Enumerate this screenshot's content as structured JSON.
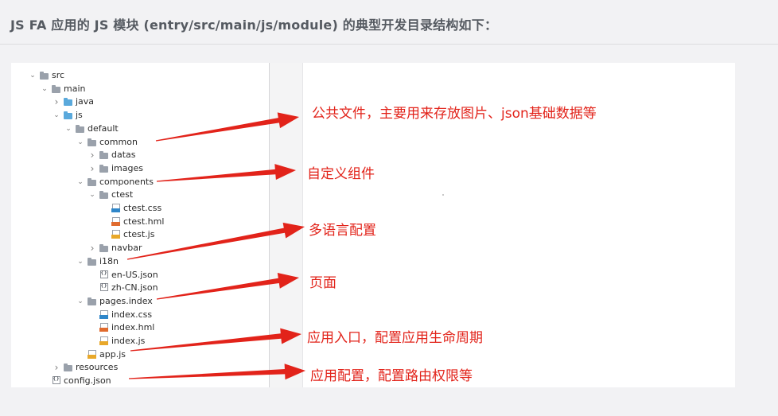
{
  "heading": "JS FA 应用的 JS 模块 (entry/src/main/js/module) 的典型开发目录结构如下：",
  "tree": [
    {
      "label": "src",
      "depth": 0,
      "type": "folder",
      "expanded": true,
      "icon": "folder-icon"
    },
    {
      "label": "main",
      "depth": 1,
      "type": "folder",
      "expanded": true,
      "icon": "folder-icon"
    },
    {
      "label": "java",
      "depth": 2,
      "type": "folder-blue",
      "expanded": false,
      "icon": "source-folder-icon"
    },
    {
      "label": "js",
      "depth": 2,
      "type": "folder-blue",
      "expanded": true,
      "icon": "source-folder-icon"
    },
    {
      "label": "default",
      "depth": 3,
      "type": "folder",
      "expanded": true,
      "icon": "folder-icon"
    },
    {
      "label": "common",
      "depth": 4,
      "type": "folder",
      "expanded": true,
      "icon": "folder-icon"
    },
    {
      "label": "datas",
      "depth": 5,
      "type": "folder",
      "expanded": false,
      "icon": "folder-icon"
    },
    {
      "label": "images",
      "depth": 5,
      "type": "folder",
      "expanded": false,
      "icon": "folder-icon"
    },
    {
      "label": "components",
      "depth": 4,
      "type": "folder",
      "expanded": true,
      "icon": "folder-icon"
    },
    {
      "label": "ctest",
      "depth": 5,
      "type": "folder",
      "expanded": true,
      "icon": "folder-icon"
    },
    {
      "label": "ctest.css",
      "depth": 6,
      "type": "file",
      "ext": "css",
      "icon": "css-file-icon"
    },
    {
      "label": "ctest.hml",
      "depth": 6,
      "type": "file",
      "ext": "hml",
      "icon": "hml-file-icon"
    },
    {
      "label": "ctest.js",
      "depth": 6,
      "type": "file",
      "ext": "js",
      "icon": "js-file-icon"
    },
    {
      "label": "navbar",
      "depth": 5,
      "type": "folder",
      "expanded": false,
      "icon": "folder-icon"
    },
    {
      "label": "i18n",
      "depth": 4,
      "type": "folder",
      "expanded": true,
      "icon": "folder-icon"
    },
    {
      "label": "en-US.json",
      "depth": 5,
      "type": "file",
      "ext": "json",
      "icon": "json-file-icon"
    },
    {
      "label": "zh-CN.json",
      "depth": 5,
      "type": "file",
      "ext": "json",
      "icon": "json-file-icon"
    },
    {
      "label": "pages.index",
      "depth": 4,
      "type": "folder",
      "expanded": true,
      "icon": "folder-icon"
    },
    {
      "label": "index.css",
      "depth": 5,
      "type": "file",
      "ext": "css",
      "icon": "css-file-icon"
    },
    {
      "label": "index.hml",
      "depth": 5,
      "type": "file",
      "ext": "hml",
      "icon": "hml-file-icon"
    },
    {
      "label": "index.js",
      "depth": 5,
      "type": "file",
      "ext": "js",
      "icon": "js-file-icon"
    },
    {
      "label": "app.js",
      "depth": 4,
      "type": "file",
      "ext": "js",
      "icon": "js-file-icon"
    },
    {
      "label": "resources",
      "depth": 2,
      "type": "folder",
      "expanded": false,
      "icon": "folder-icon"
    },
    {
      "label": "config.json",
      "depth": 1,
      "type": "file",
      "ext": "json",
      "icon": "json-file-icon"
    }
  ],
  "annotations": [
    {
      "text": "公共文件，主要用来存放图片、json基础数据等",
      "target": "common"
    },
    {
      "text": "自定义组件",
      "target": "components"
    },
    {
      "text": "多语言配置",
      "target": "i18n"
    },
    {
      "text": "页面",
      "target": "pages.index"
    },
    {
      "text": "应用入口，配置应用生命周期",
      "target": "app.js"
    },
    {
      "text": "应用配置，配置路由权限等",
      "target": "config.json"
    }
  ],
  "colors": {
    "annotation": "#e2231a",
    "heading": "#555a61",
    "folder": "#9aa1ab",
    "source_folder": "#5aa9dc"
  }
}
